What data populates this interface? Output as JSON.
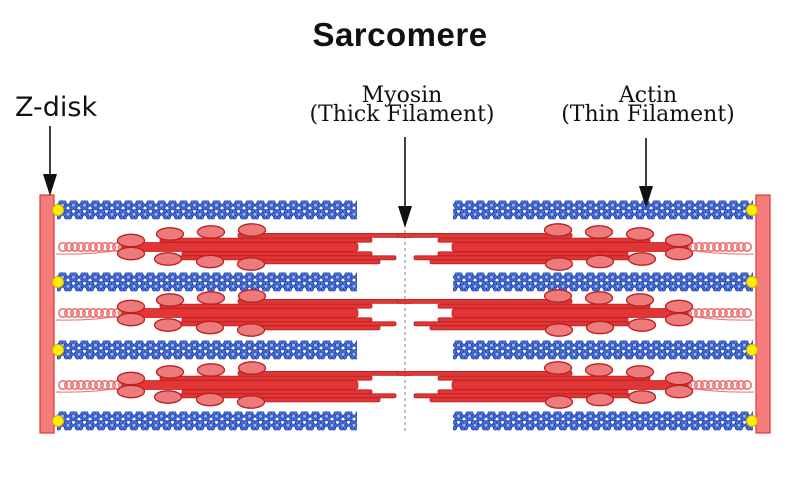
{
  "title": "Sarcomere",
  "labels": {
    "z_disk": "Z-disk",
    "myosin_line1": "Myosin",
    "myosin_line2": "(Thick Filament)",
    "actin_line1": "Actin",
    "actin_line2": "(Thin Filament)"
  },
  "icons": {
    "z_disk_arrow": "down-arrow-icon",
    "myosin_arrow": "down-arrow-icon",
    "actin_arrow": "down-arrow-icon"
  },
  "colors": {
    "myosin-red": "#e23535",
    "myosin-dark": "#bb2020",
    "myosin-head": "#ee7b7b",
    "myosin-coil": "#ef6f6f",
    "zdisk-fill": "#f57c7c",
    "zdisk-border": "#dd3a3a",
    "actin-blue": "#4a72d8",
    "actin-dark": "#1a3aa8",
    "actin-light": "#9ab8f0",
    "attachment-yellow": "#ffec00",
    "mline-gray": "#9a9a9a",
    "arrow-black": "#111111"
  }
}
